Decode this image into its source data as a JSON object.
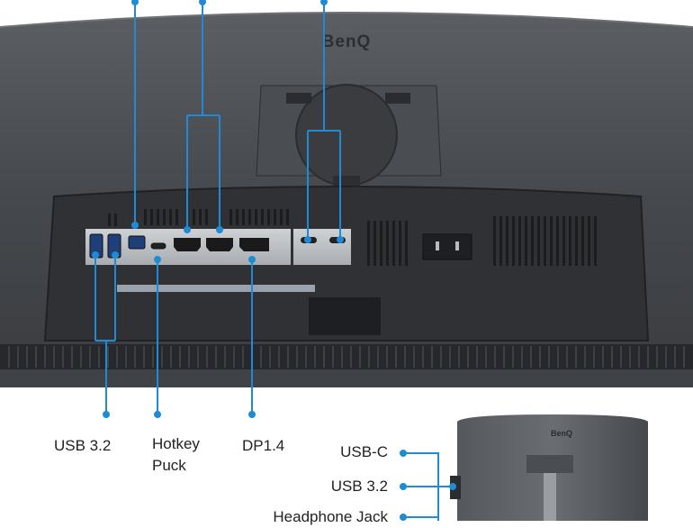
{
  "brand": "BenQ",
  "callouts": {
    "usb32_left": "USB 3.2",
    "hotkey_puck": "Hotkey\nPuck",
    "dp14": "DP1.4",
    "usbc_side": "USB-C",
    "usb32_side": "USB 3.2",
    "headphone": "Headphone Jack"
  },
  "colors": {
    "callout_line": "#1e8bd4",
    "monitor_body": "#3b3d41",
    "io_panel": "#2f3135",
    "port_plate": "#b9bcc0",
    "background": "#ffffff"
  },
  "ports": [
    {
      "icon": "usb-a-icon"
    },
    {
      "icon": "usb-a-icon"
    },
    {
      "icon": "usb-b-icon"
    },
    {
      "icon": "usb-c-icon"
    },
    {
      "icon": "hdmi-icon"
    },
    {
      "icon": "hdmi-icon"
    },
    {
      "icon": "displayport-icon"
    },
    {
      "icon": "usb-c-icon"
    },
    {
      "icon": "usb-c-icon"
    },
    {
      "icon": "power-socket-icon"
    }
  ]
}
